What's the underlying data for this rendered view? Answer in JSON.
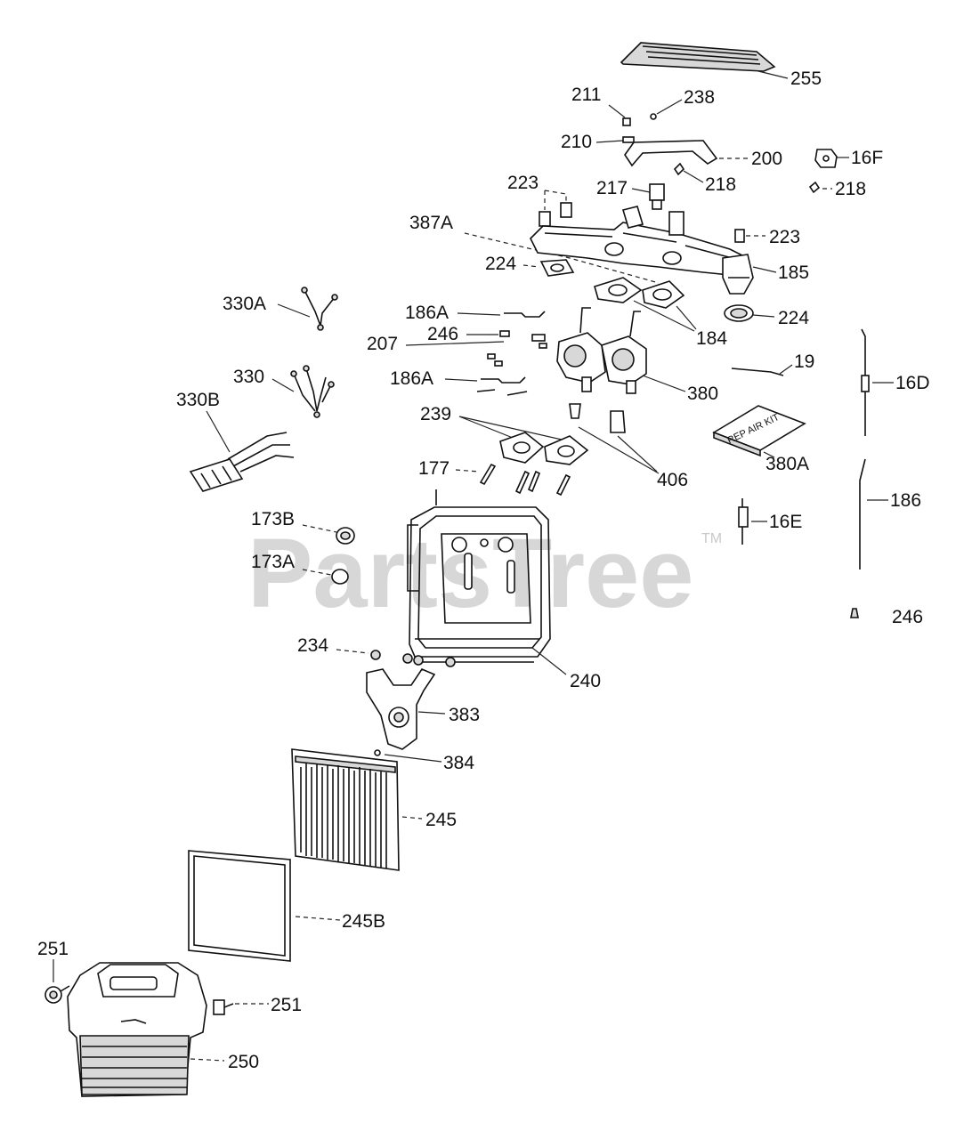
{
  "watermark": {
    "text": "PartsTree",
    "trademark": "TM"
  },
  "kit_box_text": "REP AIR KIT",
  "callouts": {
    "c255": "255",
    "c211": "211",
    "c238": "238",
    "c210": "210",
    "c200": "200",
    "c16F": "16F",
    "c217": "217",
    "c218a": "218",
    "c218b": "218",
    "c223a": "223",
    "c387A": "387A",
    "c223b": "223",
    "c224a": "224",
    "c185": "185",
    "c224b": "224",
    "c184": "184",
    "c330A": "330A",
    "c186Aa": "186A",
    "c246a": "246",
    "c207": "207",
    "c19": "19",
    "c330": "330",
    "c186Ab": "186A",
    "c380": "380",
    "c16D": "16D",
    "c330B": "330B",
    "c239": "239",
    "c380A": "380A",
    "c177": "177",
    "c406": "406",
    "c186": "186",
    "c173B": "173B",
    "c16E": "16E",
    "c173A": "173A",
    "c246b": "246",
    "c234": "234",
    "c240": "240",
    "c383": "383",
    "c384": "384",
    "c245": "245",
    "c245B": "245B",
    "c251a": "251",
    "c251b": "251",
    "c250": "250"
  }
}
